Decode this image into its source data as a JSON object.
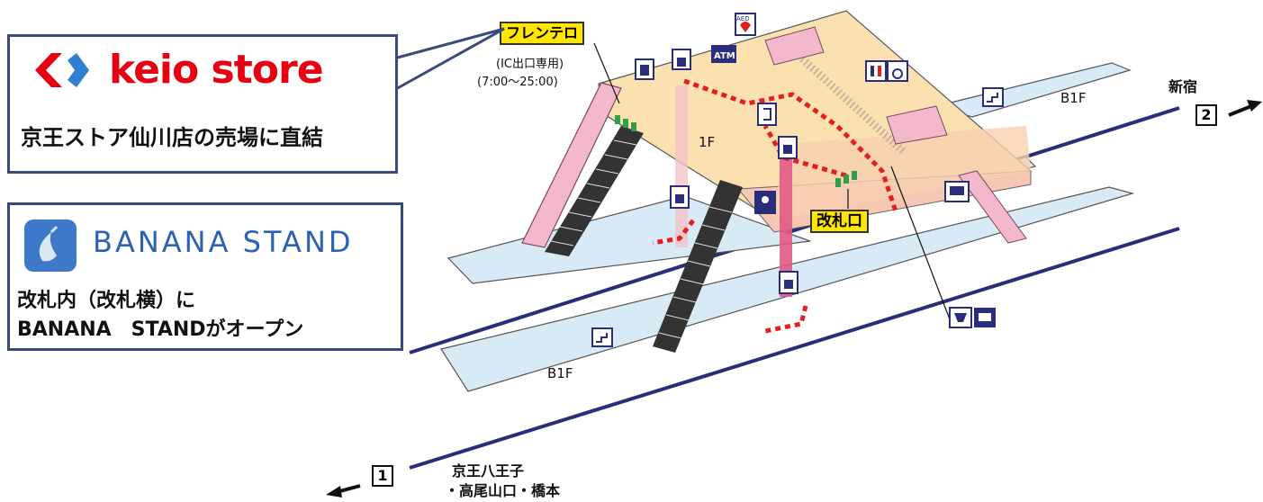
{
  "keio_panel": {
    "brand": "Keio Store",
    "caption": "京王ストア仙川店の売場に直結",
    "brand_color": "#e60012",
    "accent_color": "#2f80d0"
  },
  "banana_panel": {
    "brand": "BANANA STAND",
    "line1": "改札内（改札横）に",
    "line2": "BANANA　STANDがオープン",
    "brand_color": "#2b63b2"
  },
  "labels": {
    "frenteló": "フレンテロ",
    "ic_exit": "(IC出口専用)",
    "hours": "(7:00〜25:00)",
    "floor_1f": "1F",
    "floor_b1f_upper": "B1F",
    "floor_b1f_lower": "B1F",
    "ticket_gate": "改札口",
    "atm": "ATM",
    "aed": "AED"
  },
  "platforms": {
    "shinjuku_number": "2",
    "shinjuku_label": "新宿",
    "hachioji_number": "1",
    "hachioji_line1": "京王八王子",
    "hachioji_line2": "・高尾山口・橋本"
  },
  "icons": [
    "elevator-icon",
    "atm-icon",
    "aed-icon",
    "restroom-icon",
    "wheelchair-icon",
    "phone-icon",
    "ticket-machine-icon",
    "waiting-room-icon",
    "bus-icon",
    "police-icon",
    "card-reader-icon",
    "stairs-icon",
    "escalator-icon"
  ]
}
